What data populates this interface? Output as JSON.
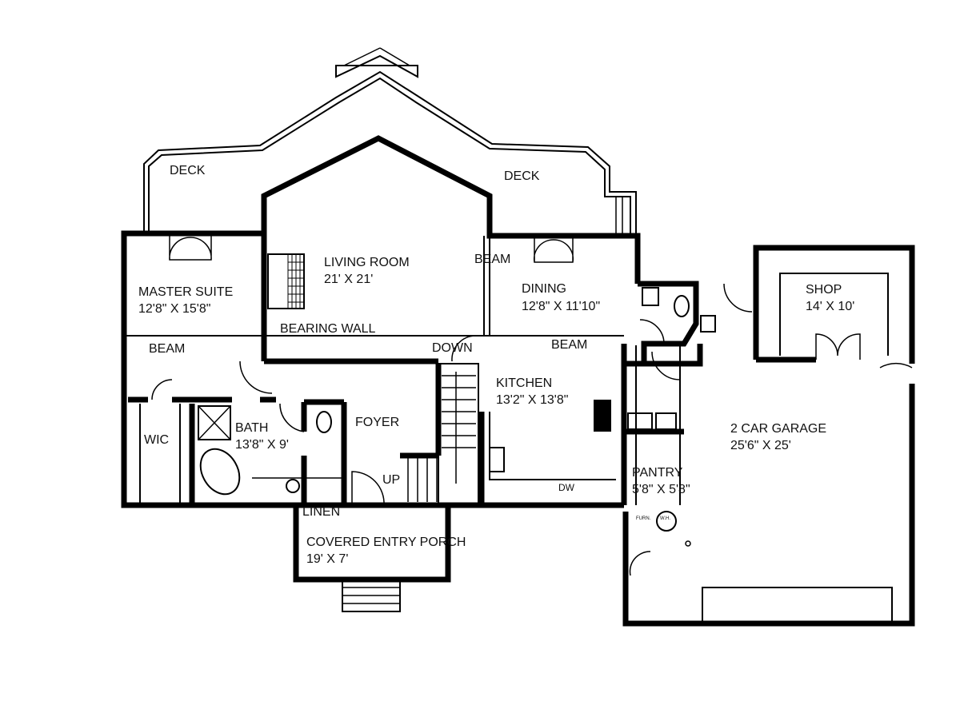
{
  "plan": {
    "rooms": [
      {
        "name": "DECK",
        "dims": ""
      },
      {
        "name": "DECK",
        "dims": ""
      },
      {
        "name": "LIVING ROOM",
        "dims": "21' X 21'"
      },
      {
        "name": "MASTER SUITE",
        "dims": "12'8\" X 15'8\""
      },
      {
        "name": "DINING",
        "dims": "12'8\" X 11'10\""
      },
      {
        "name": "SHOP",
        "dims": "14' X 10'"
      },
      {
        "name": "KITCHEN",
        "dims": "13'2\" X 13'8\""
      },
      {
        "name": "BATH",
        "dims": "13'8\" X 9'"
      },
      {
        "name": "FOYER",
        "dims": ""
      },
      {
        "name": "WIC",
        "dims": ""
      },
      {
        "name": "2 CAR GARAGE",
        "dims": "25'6\" X 25'"
      },
      {
        "name": "PANTRY",
        "dims": "5'8\" X 5'8\""
      },
      {
        "name": "COVERED ENTRY PORCH",
        "dims": "19' X 7'"
      },
      {
        "name": "LINEN",
        "dims": ""
      }
    ],
    "notes": {
      "bearing_wall": "BEARING WALL",
      "beam_left": "BEAM",
      "beam_dining": "BEAM",
      "beam_kitchen": "BEAM",
      "down": "DOWN",
      "up": "UP",
      "dw": "DW",
      "furn": "FURN.",
      "wh": "W.H."
    }
  }
}
